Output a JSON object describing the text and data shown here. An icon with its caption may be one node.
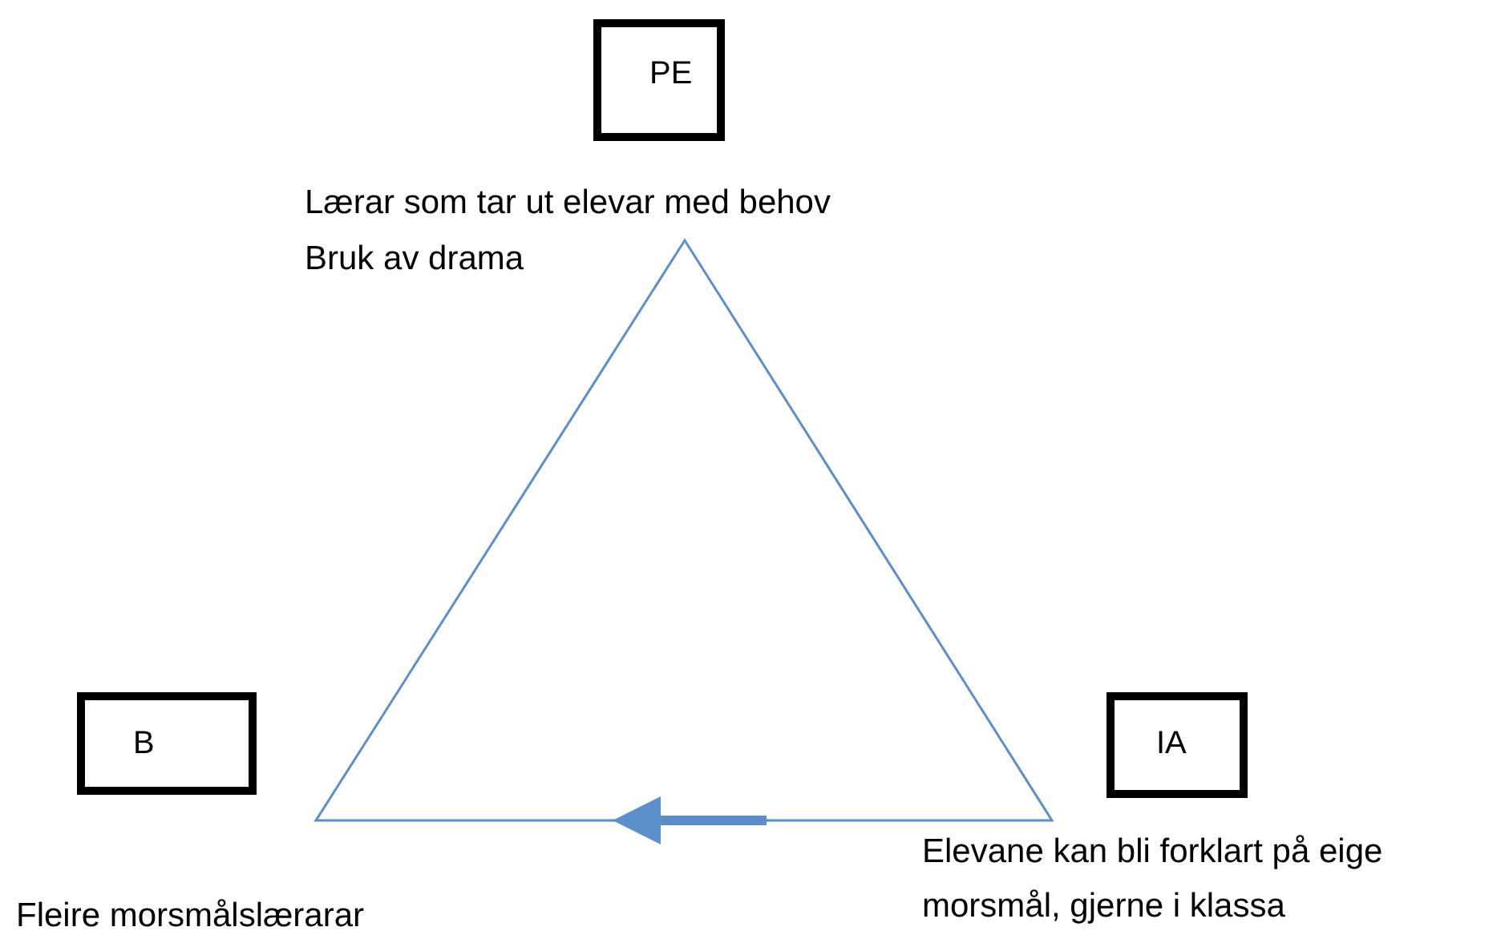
{
  "diagram": {
    "nodes": [
      {
        "text": [
          "PE"
        ],
        "beside": [
          "Lærar som tar ut elevar med behov",
          "Bruk av drama"
        ]
      },
      {
        "text": [
          "B"
        ],
        "beside": [
          "Fleire morsmålslærarar"
        ]
      },
      {
        "text": [
          "IA"
        ],
        "beside": [
          "Elevane kan bli forklart på eige morsmål, gjerne i klassa"
        ]
      }
    ]
  }
}
